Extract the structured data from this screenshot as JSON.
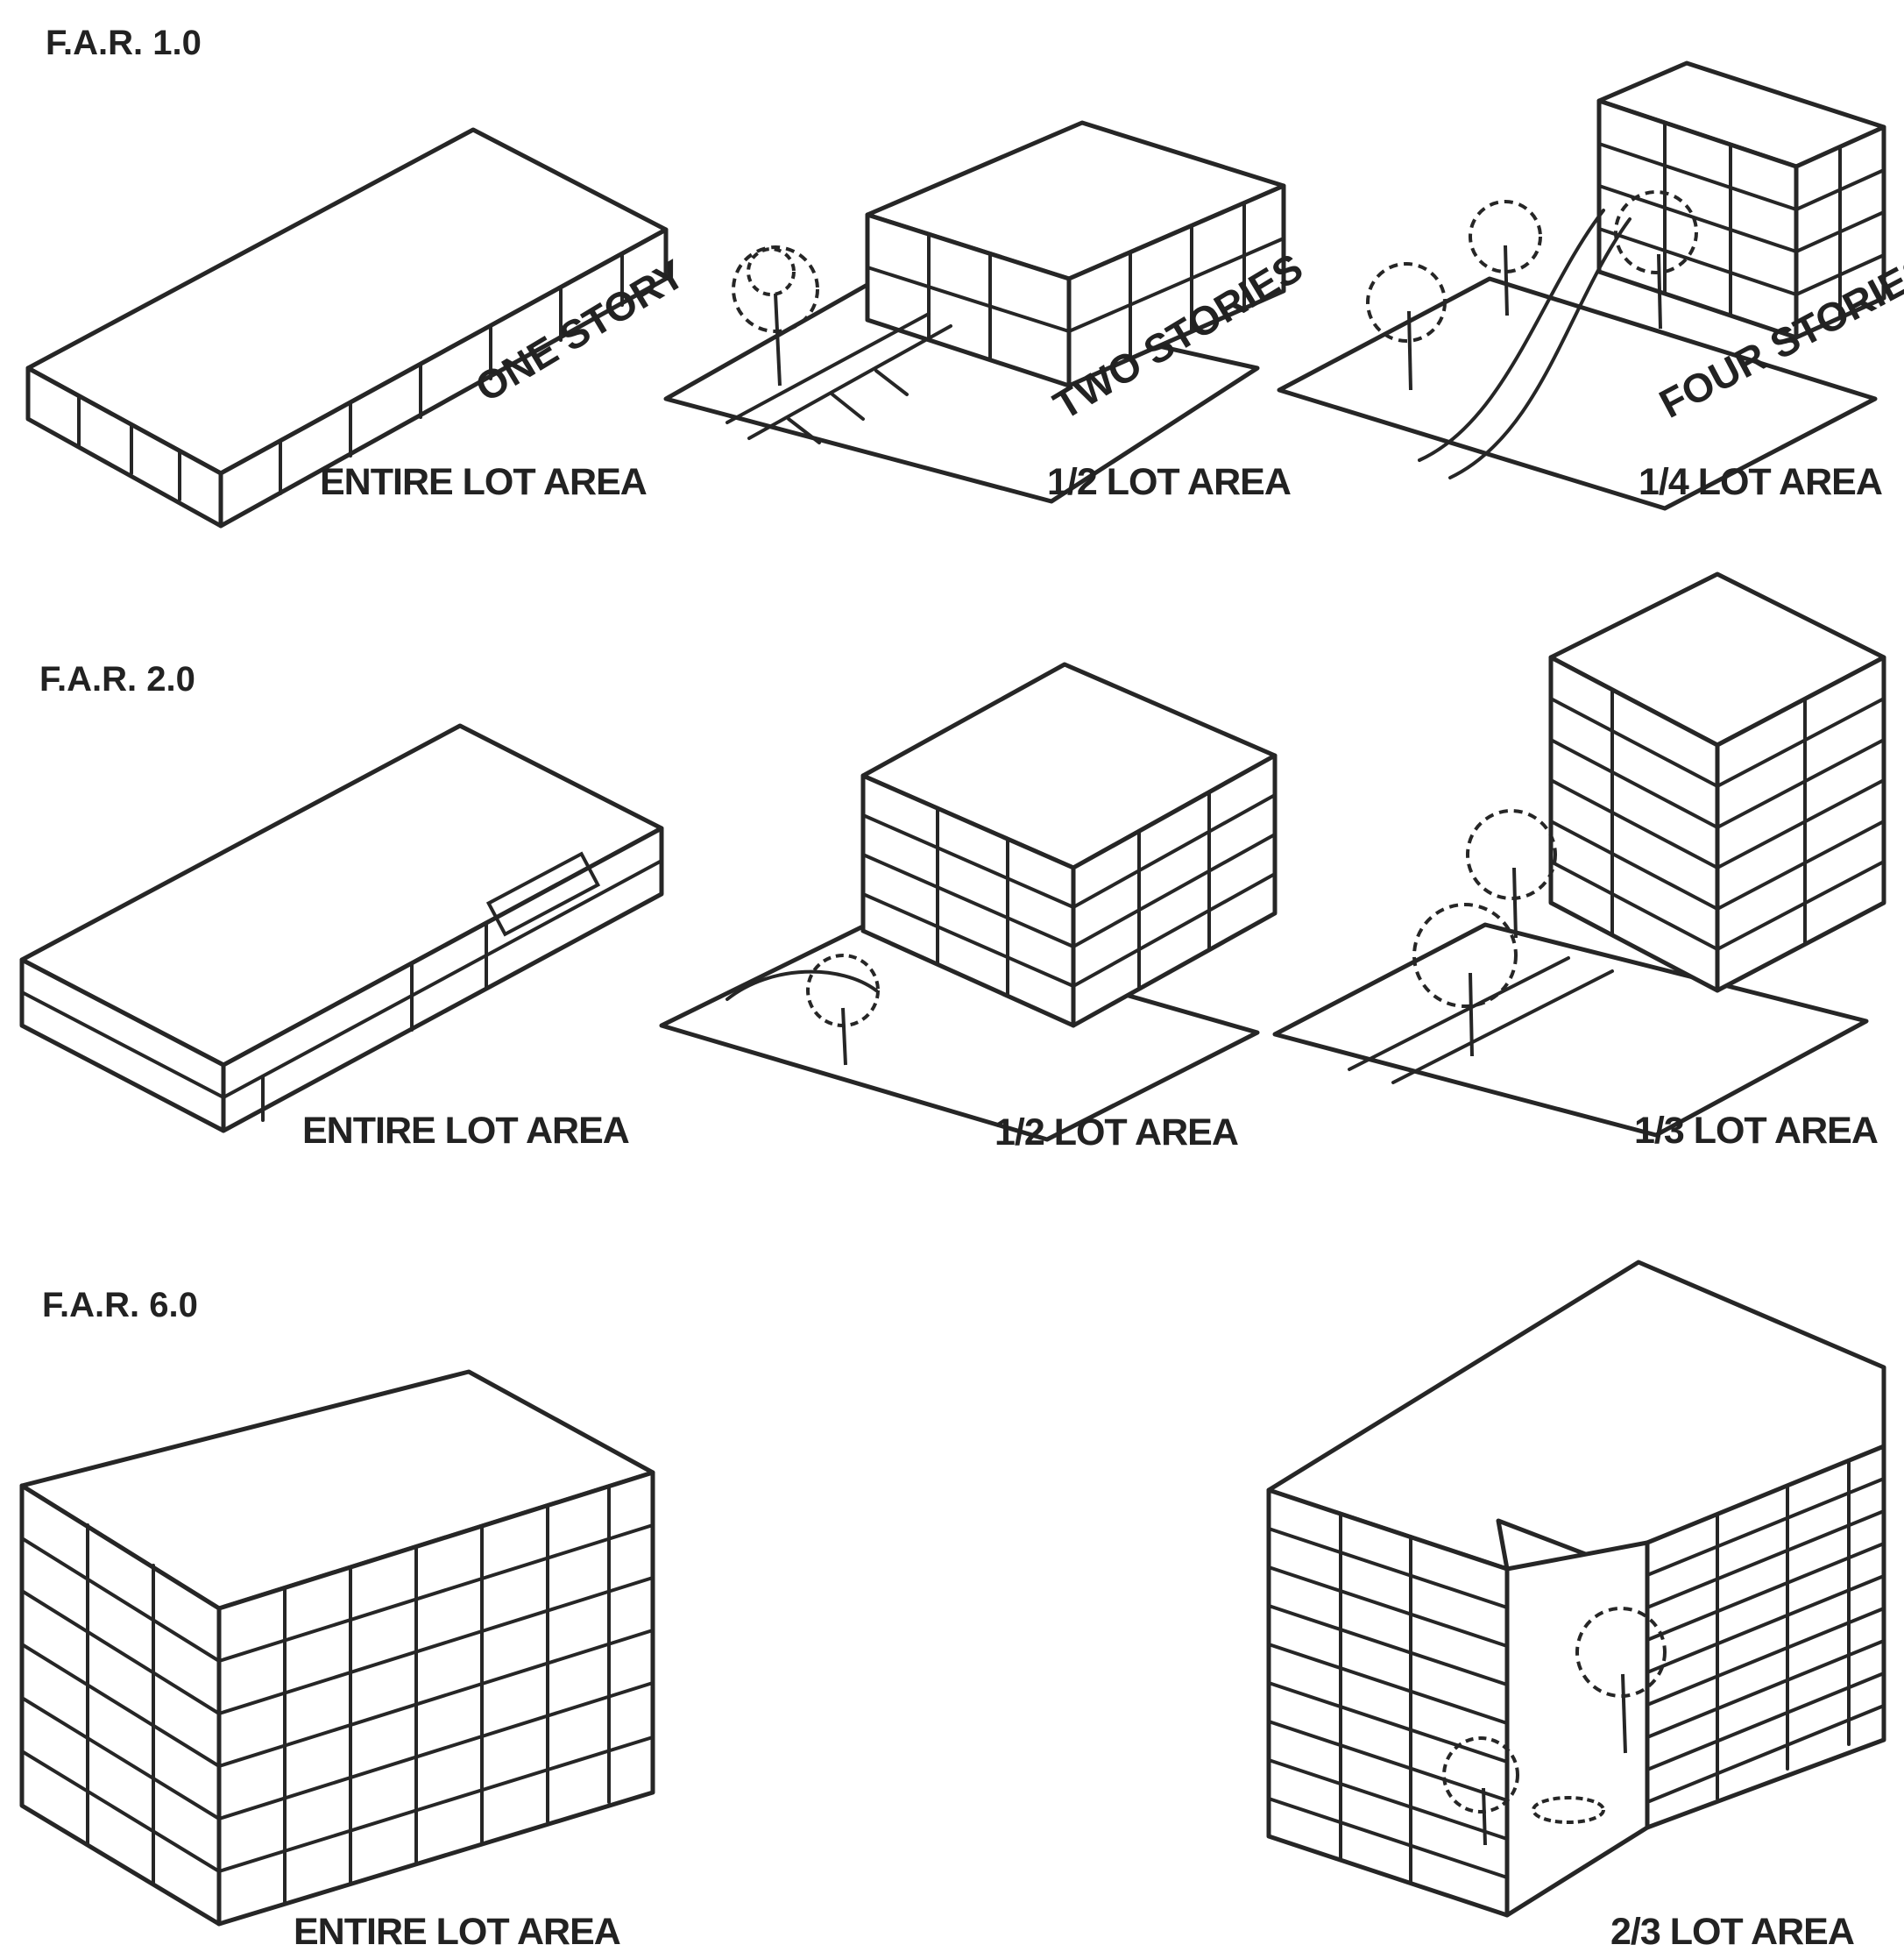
{
  "sections": [
    {
      "label": "F.A.R. 1.0",
      "panels": [
        {
          "caption": "ENTIRE LOT AREA",
          "wall_text": "ONE STORY",
          "stories": 1,
          "lot_share": 1.0
        },
        {
          "caption": "1/2 LOT AREA",
          "wall_text": "TWO STORIES",
          "stories": 2,
          "lot_share": 0.5
        },
        {
          "caption": "1/4 LOT AREA",
          "wall_text": "FOUR STORIES",
          "stories": 4,
          "lot_share": 0.25
        }
      ]
    },
    {
      "label": "F.A.R. 2.0",
      "panels": [
        {
          "caption": "ENTIRE LOT AREA",
          "stories": 2,
          "lot_share": 1.0
        },
        {
          "caption": "1/2 LOT AREA",
          "stories": 4,
          "lot_share": 0.5
        },
        {
          "caption": "1/3 LOT AREA",
          "stories": 6,
          "lot_share": 0.333
        }
      ]
    },
    {
      "label": "F.A.R. 6.0",
      "panels": [
        {
          "caption": "ENTIRE LOT AREA",
          "stories": 6,
          "lot_share": 1.0
        },
        {
          "caption": "2/3 LOT AREA",
          "stories": 9,
          "lot_share": 0.667
        }
      ]
    }
  ],
  "icons": [
    "building-massing-icon",
    "tree-icon",
    "lot-plane-icon"
  ],
  "colors": {
    "ink": "#262626",
    "paper": "#ffffff"
  }
}
